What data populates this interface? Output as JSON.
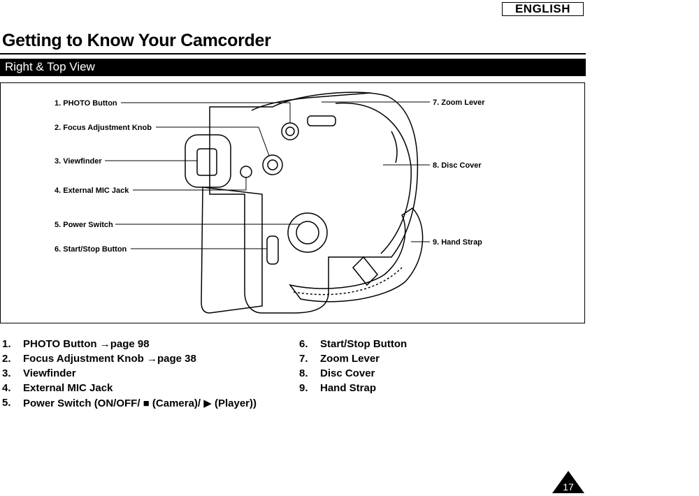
{
  "header": {
    "language": "ENGLISH"
  },
  "title": "Getting to Know Your Camcorder",
  "section": "Right & Top View",
  "diagram_labels": [
    "1. PHOTO Button",
    "2. Focus Adjustment Knob",
    "3. Viewfinder",
    "4. External MIC Jack",
    "5. Power Switch",
    "6. Start/Stop Button",
    "7. Zoom Lever",
    "8. Disc Cover",
    "9. Hand Strap"
  ],
  "list_left": [
    {
      "num": "1.",
      "text": "PHOTO Button →page 98"
    },
    {
      "num": "2.",
      "text": "Focus Adjustment Knob →page 38"
    },
    {
      "num": "3.",
      "text": "Viewfinder"
    },
    {
      "num": "4.",
      "text": "External MIC Jack"
    },
    {
      "num": "5.",
      "text": "Power Switch (ON/OFF/ ■ (Camera)/ ▶ (Player))"
    }
  ],
  "list_right": [
    {
      "num": "6.",
      "text": "Start/Stop Button"
    },
    {
      "num": "7.",
      "text": "Zoom Lever"
    },
    {
      "num": "8.",
      "text": "Disc Cover"
    },
    {
      "num": "9.",
      "text": "Hand Strap"
    }
  ],
  "page_number": "17"
}
